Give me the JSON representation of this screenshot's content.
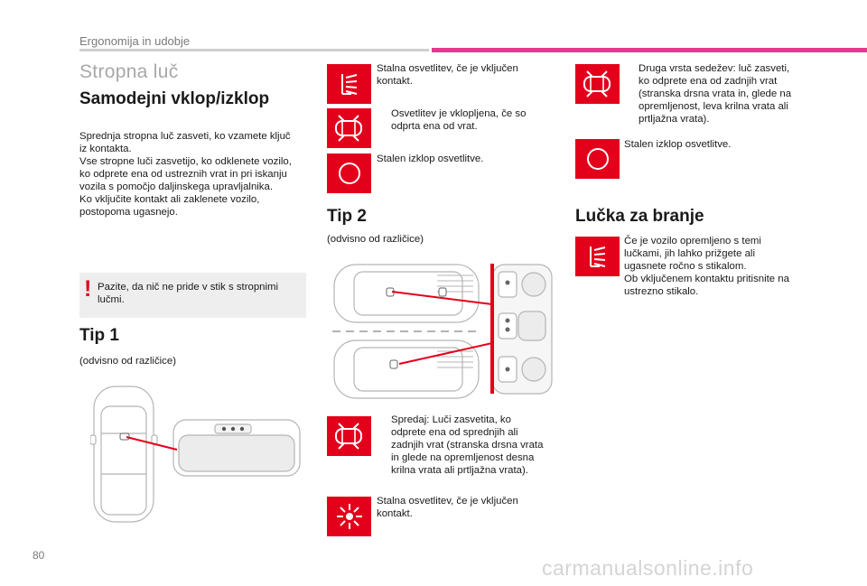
{
  "header": {
    "section": "Ergonomija in udobje"
  },
  "page": {
    "number": "80",
    "watermark": "carmanualsonline.info"
  },
  "main": {
    "title": "Stropna luč",
    "subtitle": "Samodejni vklop/izklop",
    "intro": "Sprednja stropna luč zasveti, ko vzamete ključ\niz kontakta.\nVse stropne luči zasvetijo, ko odklenete vozilo,\nko odprete ena od ustreznih vrat in pri iskanju\nvozila s pomočjo daljinskega upravljalnika.\nKo vključite kontakt ali zaklenete vozilo,\npostopoma ugasnejo.",
    "warning": "Pazite, da nič ne pride v stik s stropnimi\nlučmi.",
    "warning_mark": "!"
  },
  "tip1": {
    "title": "Tip 1",
    "note": "(odvisno od različice)"
  },
  "tip1_modes": [
    {
      "icon": "dome-light-icon",
      "text": "Stalna osvetlitev, če je vključen\nkontakt."
    },
    {
      "icon": "car-doors-open-icon",
      "text": "Osvetlitev je vklopljena, če so\nodprta ena od vrat."
    },
    {
      "icon": "off-circle-icon",
      "text": "Stalen izklop osvetlitve."
    }
  ],
  "tip2": {
    "title": "Tip 2",
    "note": "(odvisno od različice)",
    "modes": [
      {
        "icon": "car-doors-open-icon",
        "text": "Spredaj: Luči zasvetita, ko\nodprete ena od sprednjih ali\nzadnjih vrat (stranska drsna vrata\nin glede na opremljenost desna\nkrilna vrata ali prtljažna vrata)."
      },
      {
        "icon": "sun-light-icon",
        "text": "Stalna osvetlitev, če je vključen\nkontakt."
      }
    ]
  },
  "right_modes": [
    {
      "icon": "car-doors-open-icon",
      "text": "Druga vrsta sedežev: luč zasveti,\nko odprete ena od zadnjih vrat\n(stranska drsna vrata in, glede na\nopremljenost, leva krilna vrata ali\nprtljažna vrata)."
    },
    {
      "icon": "off-circle-icon",
      "text": "Stalen izklop osvetlitve."
    }
  ],
  "map_light": {
    "title": "Lučka za branje",
    "icon": "dome-light-icon",
    "text": "Če je vozilo opremljeno s temi\nlučkami, jih lahko prižgete ali\nugasnete ročno s stikalom.\nOb vključenem kontaktu pritisnite na\nustrezno stikalo."
  },
  "colors": {
    "accent_red": "#e3001b",
    "header_pink": "#e8378f",
    "warning_bg": "#eeeeee"
  }
}
